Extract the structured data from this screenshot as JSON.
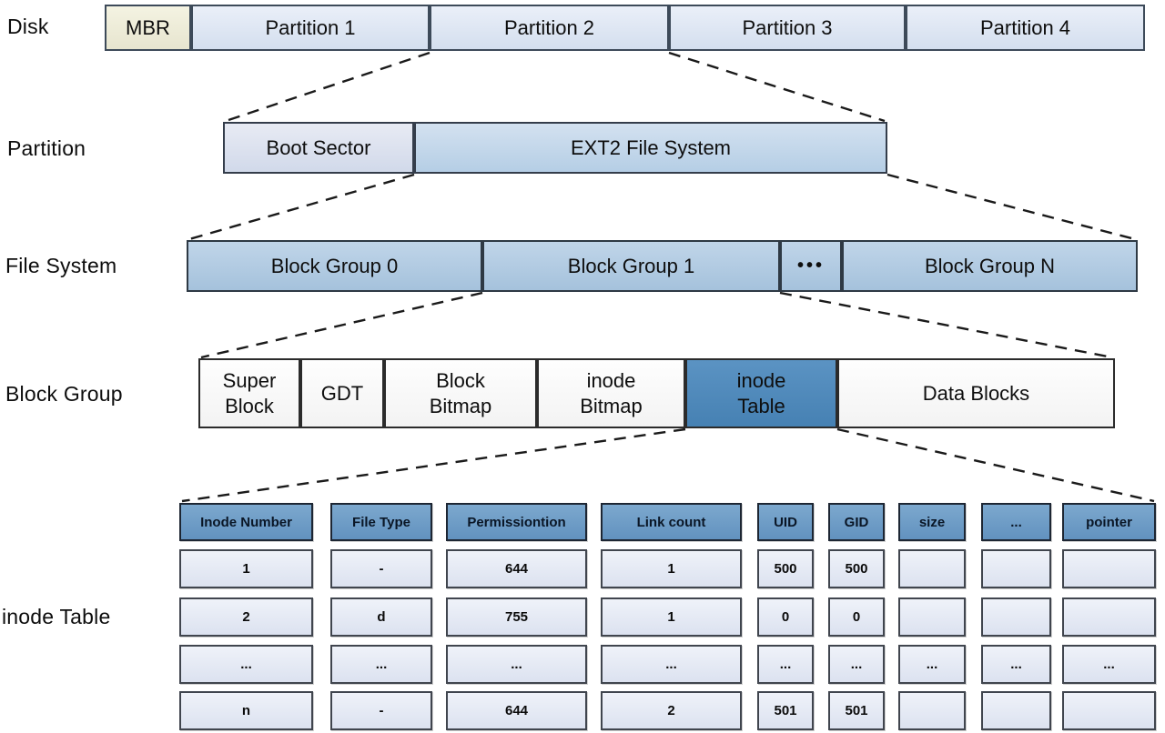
{
  "row_labels": {
    "disk": "Disk",
    "partition": "Partition",
    "file_system": "File System",
    "block_group": "Block Group",
    "inode_table": "inode Table"
  },
  "disk_row": {
    "segments": [
      {
        "label": "MBR"
      },
      {
        "label": "Partition 1"
      },
      {
        "label": "Partition 2"
      },
      {
        "label": "Partition 3"
      },
      {
        "label": "Partition 4"
      }
    ]
  },
  "partition_row": {
    "segments": [
      {
        "label": "Boot Sector"
      },
      {
        "label": "EXT2 File System"
      }
    ]
  },
  "file_system_row": {
    "segments": [
      {
        "label": "Block Group 0"
      },
      {
        "label": "Block Group 1"
      },
      {
        "label": "•••"
      },
      {
        "label": "Block Group N"
      }
    ]
  },
  "block_group_row": {
    "segments": [
      {
        "label": "Super\nBlock"
      },
      {
        "label": "GDT"
      },
      {
        "label": "Block\nBitmap"
      },
      {
        "label": "inode\nBitmap"
      },
      {
        "label": "inode\nTable"
      },
      {
        "label": "Data Blocks"
      }
    ]
  },
  "inode_table": {
    "headers": [
      "Inode Number",
      "File Type",
      "Permissiontion",
      "Link count",
      "UID",
      "GID",
      "size",
      "...",
      "pointer"
    ],
    "rows": [
      [
        "1",
        "-",
        "644",
        "1",
        "500",
        "500",
        "",
        "",
        ""
      ],
      [
        "2",
        "d",
        "755",
        "1",
        "0",
        "0",
        "",
        "",
        ""
      ],
      [
        "...",
        "...",
        "...",
        "...",
        "...",
        "...",
        "...",
        "...",
        "..."
      ],
      [
        "n",
        "-",
        "644",
        "2",
        "501",
        "501",
        "",
        "",
        ""
      ]
    ]
  },
  "colors": {
    "mbr_fill": "#ece9d6",
    "partition_fill": "#dfe8f4",
    "ext2_fill": "#c4d7ea",
    "block_group_fill": "#b2cce2",
    "plain_box_fill": "#f9f9f9",
    "inode_table_highlight": "#4e89bb",
    "table_header_fill": "#6f9ec6",
    "table_cell_fill": "#e5eaf4",
    "connector_color": "#1a1a1a"
  }
}
